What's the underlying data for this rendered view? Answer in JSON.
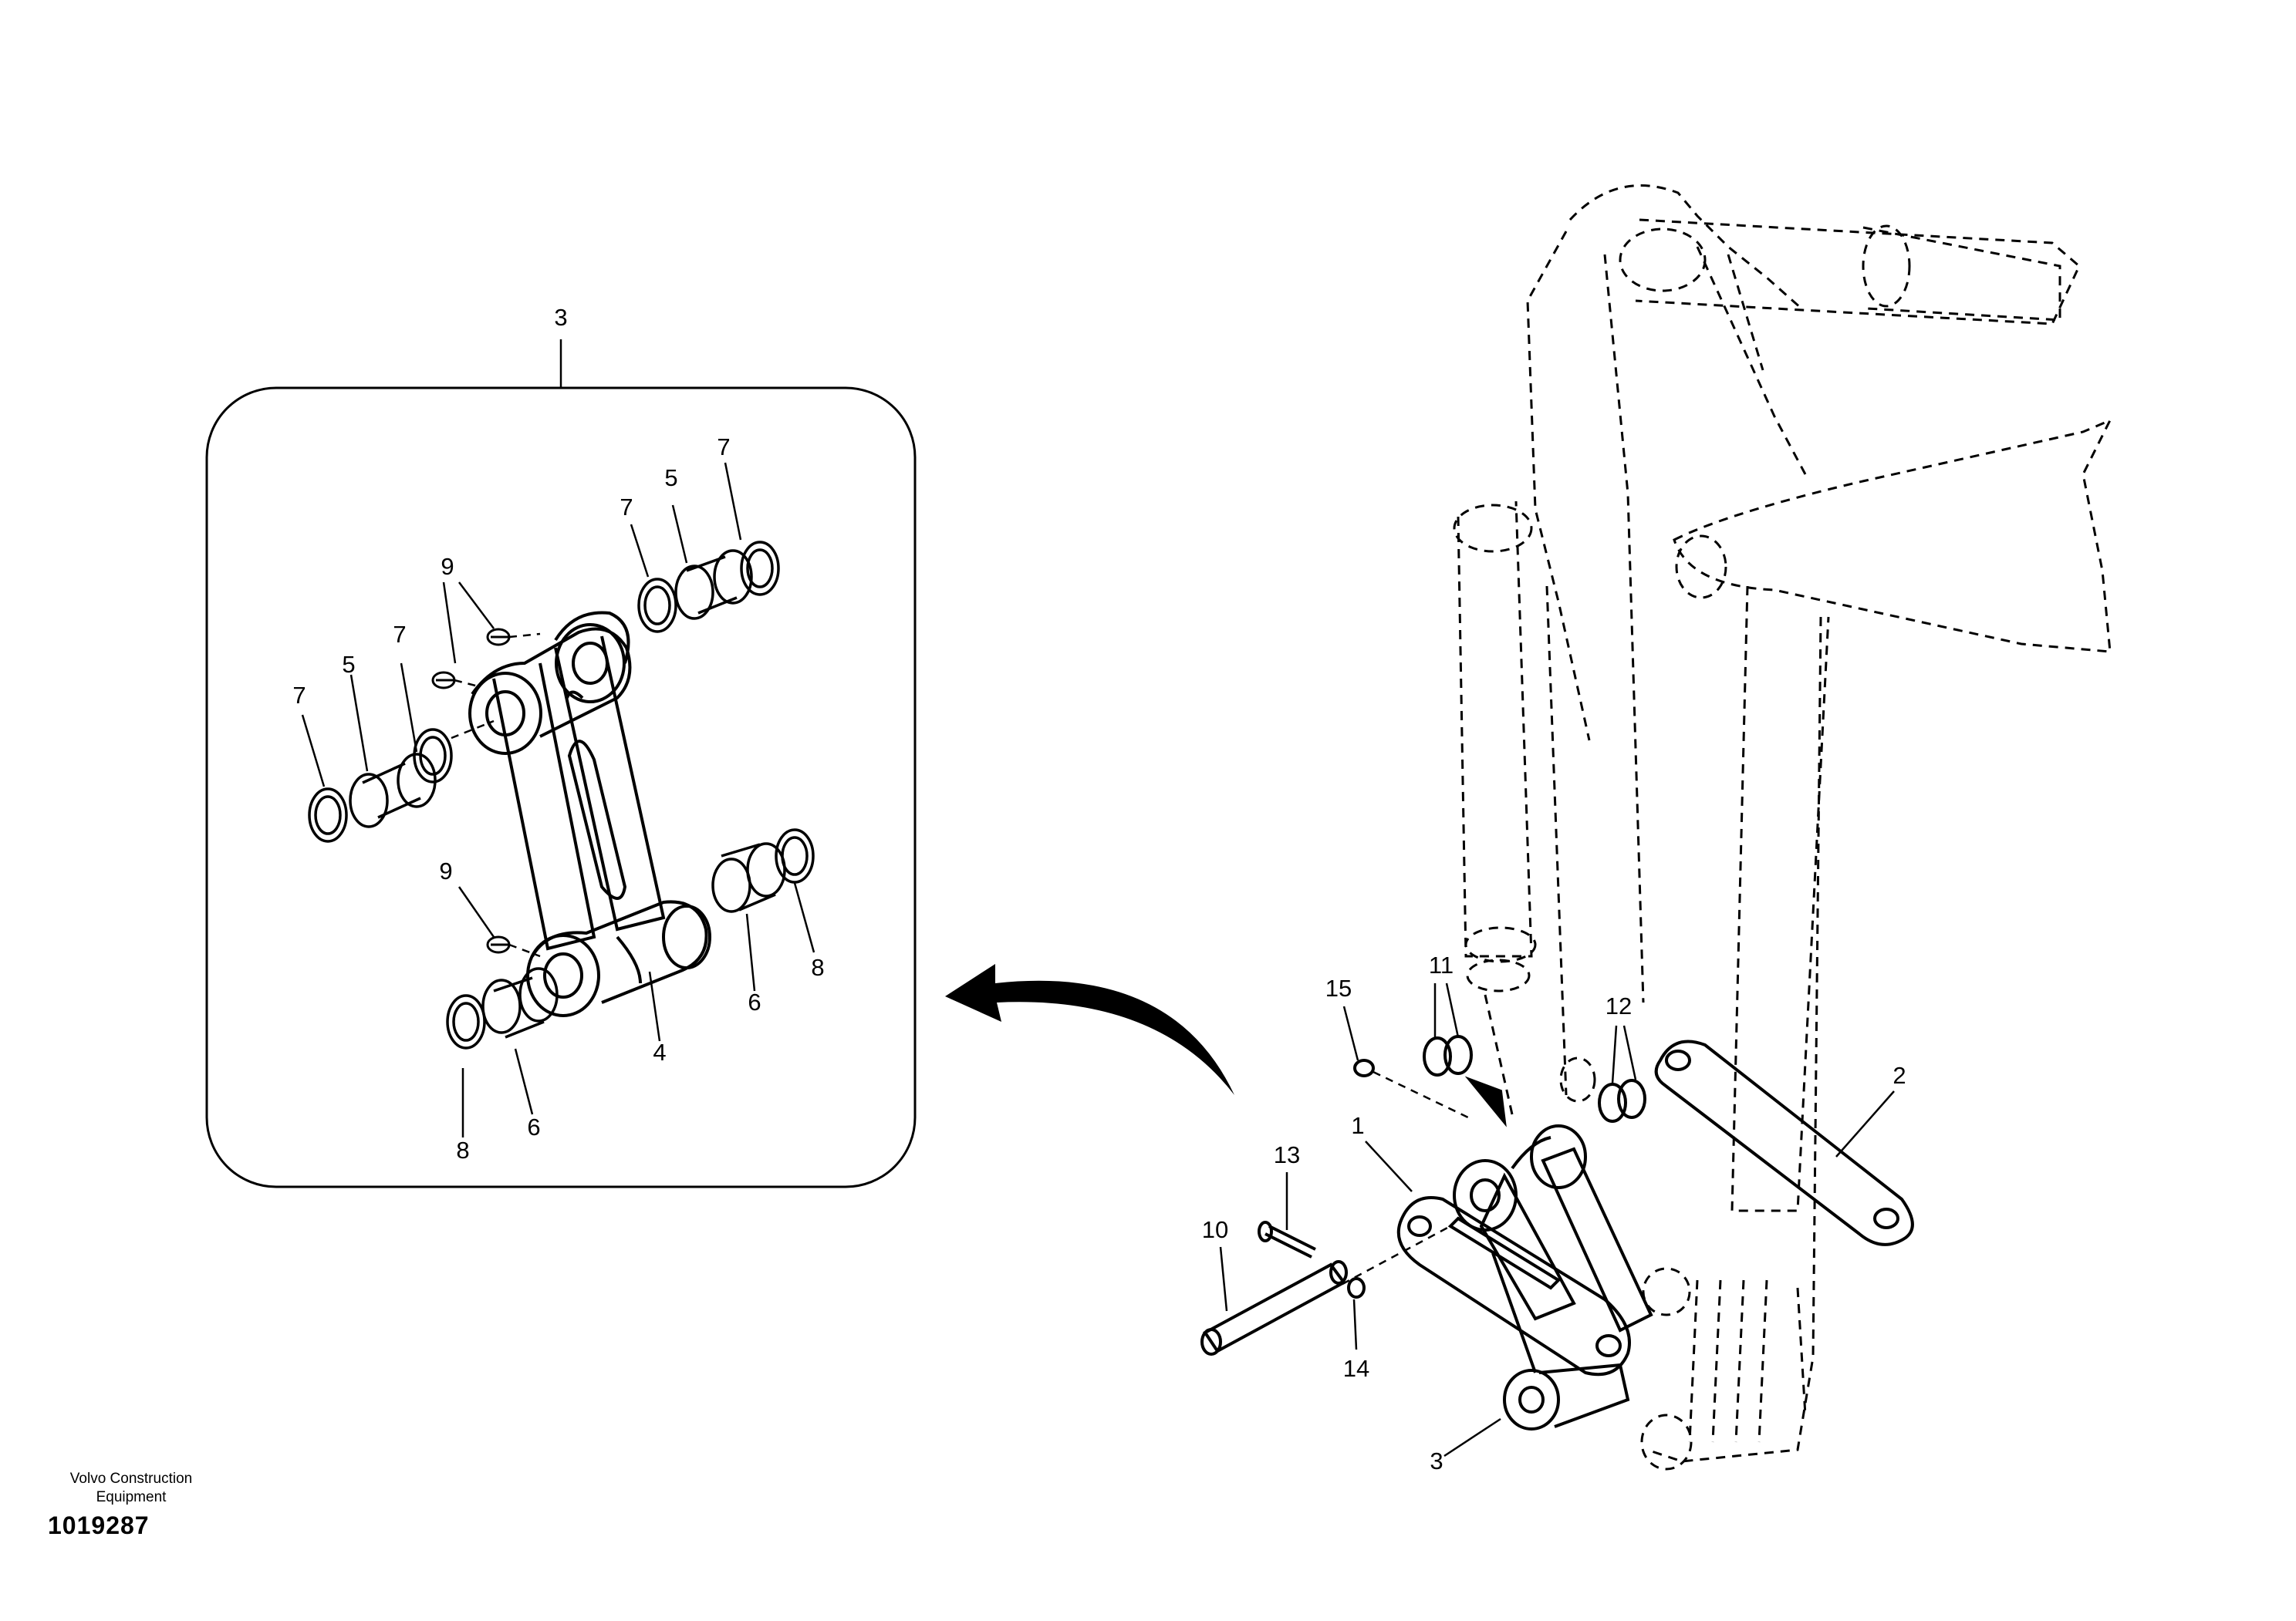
{
  "footer": {
    "company_line1": "Volvo Construction",
    "company_line2": "Equipment",
    "drawing_number": "1019287"
  },
  "detail_view": {
    "callout": "3"
  },
  "callouts": {
    "c1": "1",
    "c2": "2",
    "c3_main": "3",
    "c4": "4",
    "c5_left": "5",
    "c5_right": "5",
    "c6_left": "6",
    "c6_right": "6",
    "c7_a": "7",
    "c7_b": "7",
    "c7_c": "7",
    "c7_d": "7",
    "c8_left": "8",
    "c8_right": "8",
    "c9_top": "9",
    "c9_bottom": "9",
    "c10": "10",
    "c11": "11",
    "c12": "12",
    "c13": "13",
    "c14": "14",
    "c15": "15"
  },
  "colors": {
    "line": "#000000",
    "background": "#ffffff"
  }
}
